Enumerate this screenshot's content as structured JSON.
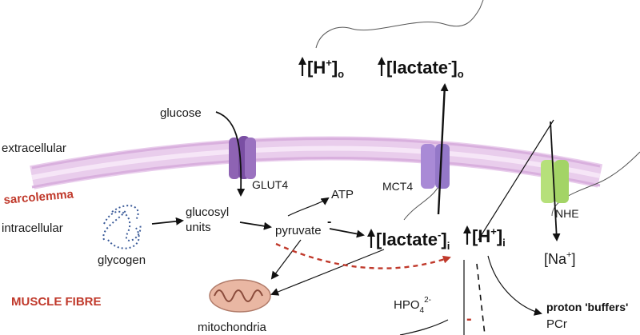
{
  "labels": {
    "extracellular": "extracellular",
    "sarcolemma": "sarcolemma",
    "intracellular": "intracellular",
    "glucose": "glucose",
    "glut4": "GLUT4",
    "glycogen": "glycogen",
    "glucosyl": "glucosyl",
    "units": "units",
    "pyruvate": "pyruvate",
    "pyruvate_charge": "-",
    "atp": "ATP",
    "mitochondria": "mitochondria",
    "muscle_fibre": "MUSCLE FIBRE",
    "mct4": "MCT4",
    "nhe": "NHE",
    "na": "[Na",
    "na_sup": "+",
    "na_close": "]",
    "h_o": "[H",
    "h_o_sup": "+",
    "h_o_close": "]",
    "h_o_sub": "o",
    "lactate_o": "[lactate",
    "lactate_o_sup": "-",
    "lactate_o_close": "]",
    "lactate_o_sub": "o",
    "lactate_i": "[lactate",
    "lactate_i_sup": "-",
    "lactate_i_close": "]",
    "lactate_i_sub": "i",
    "h_i": "[H",
    "h_i_sup": "+",
    "h_i_close": "]",
    "h_i_sub": "i",
    "hpo4": "HPO",
    "hpo4_sub": "4",
    "hpo4_sup": "2-",
    "proton_buffers": "proton 'buffers'",
    "pcr": "PCr",
    "minus_red": "-"
  },
  "colors": {
    "membrane": "#e7c6ea",
    "membrane_line": "#cfa3d6",
    "glut4": "#8e63b3",
    "mct4": "#a98ad6",
    "nhe": "#b6e07a",
    "accent_red": "#c0392b",
    "mito": "#e9b7a3"
  }
}
